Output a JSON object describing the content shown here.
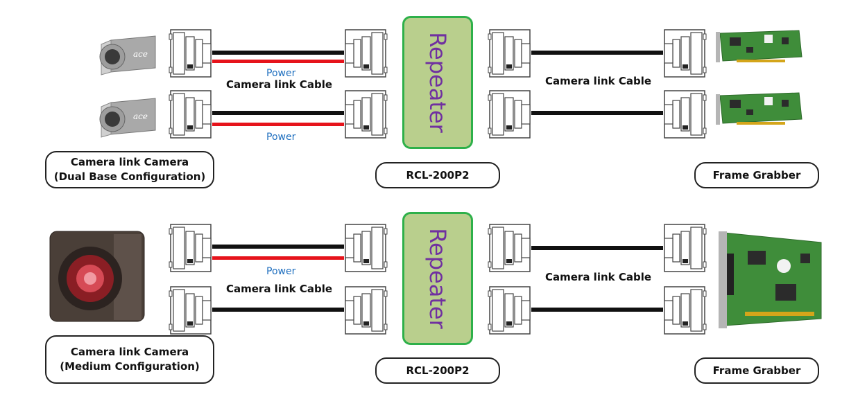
{
  "diagram_top": {
    "camera_label_line1": "Camera link Camera",
    "camera_label_line2": "(Dual Base Configuration)",
    "camera_icon": "ace-camera-icon",
    "power_label_1": "Power",
    "power_label_2": "Power",
    "cable_label_left": "Camera link Cable",
    "cable_label_right": "Camera link Cable",
    "repeater_text": "Repeater",
    "repeater_model": "RCL-200P2",
    "grabber_label": "Frame Grabber"
  },
  "diagram_bottom": {
    "camera_label_line1": "Camera link Camera",
    "camera_label_line2": "(Medium Configuration)",
    "camera_icon": "cube-camera-icon",
    "power_label_1": "Power",
    "cable_label_left": "Camera link Cable",
    "cable_label_right": "Camera link Cable",
    "repeater_text": "Repeater",
    "repeater_model": "RCL-200P2",
    "grabber_label": "Frame Grabber"
  },
  "colors": {
    "power_cable": "#e6131b",
    "data_cable": "#111111",
    "repeater_fill": "#b9cf8d",
    "repeater_border": "#2eb04a",
    "repeater_text": "#7030a0",
    "power_text": "#1f6fbf"
  }
}
